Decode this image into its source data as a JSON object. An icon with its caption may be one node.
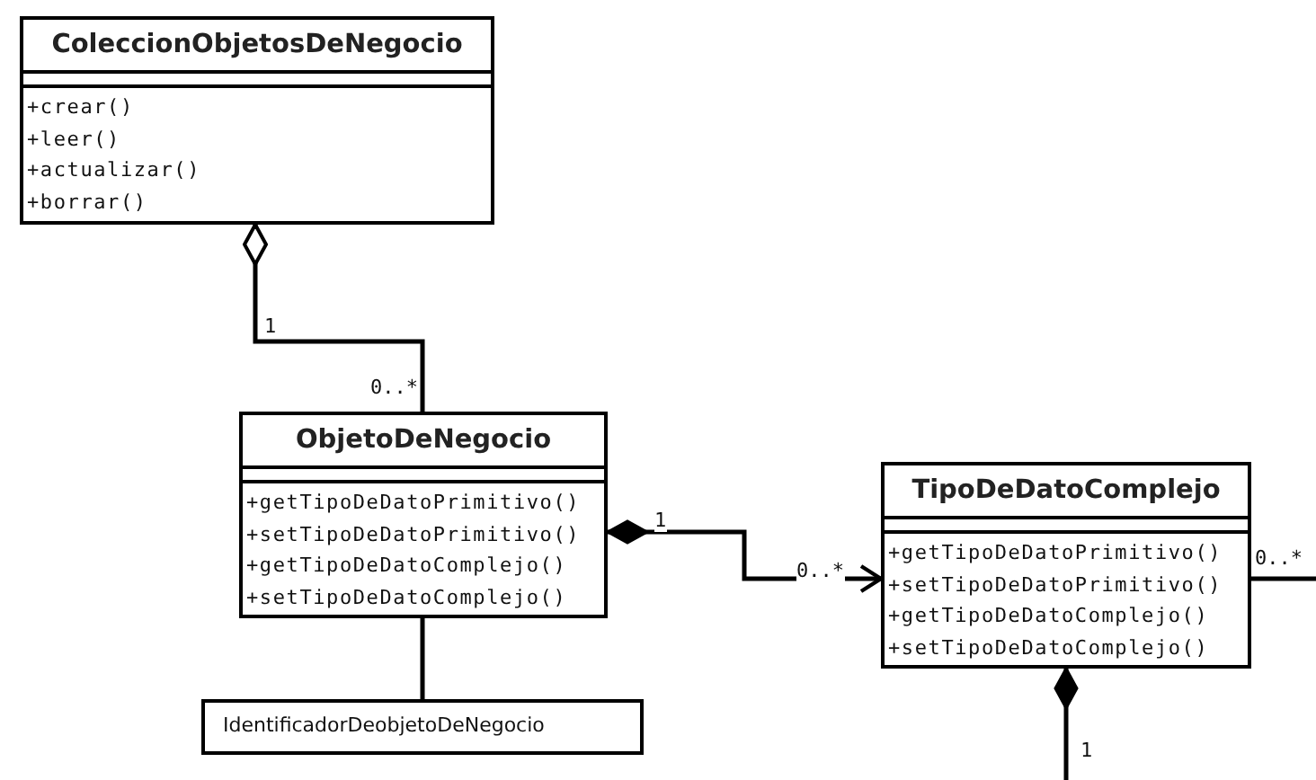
{
  "diagram": {
    "nodes": [
      {
        "text": [
          "ColeccionObjetosDeNegocio",
          "+crear()",
          "+leer()",
          "+actualizar()",
          "+borrar()"
        ]
      },
      {
        "text": [
          "ObjetoDeNegocio",
          "+getTipoDeDatoPrimitivo()",
          "+setTipoDeDatoPrimitivo()",
          "+getTipoDeDatoComplejo()",
          "+setTipoDeDatoComplejo()"
        ]
      },
      {
        "text": [
          "TipoDeDatoComplejo",
          "+getTipoDeDatoPrimitivo()",
          "+setTipoDeDatoPrimitivo()",
          "+getTipoDeDatoComplejo()",
          "+setTipoDeDatoComplejo()"
        ]
      },
      {
        "text": [
          "IdentificadorDeobjetoDeNegocio"
        ]
      }
    ],
    "edges": [
      {
        "from": 0,
        "to": 1,
        "arrow": "other"
      },
      {
        "from": 1,
        "to": 2,
        "arrow": "to"
      },
      {
        "from": 1,
        "to": 3,
        "arrow": "none"
      },
      {
        "from": 2,
        "to": null,
        "arrow": "none"
      },
      {
        "from": 2,
        "to": null,
        "arrow": "other"
      }
    ],
    "labels": [
      "1",
      "0..*",
      "1",
      "0..*",
      "0..*",
      "1"
    ]
  }
}
